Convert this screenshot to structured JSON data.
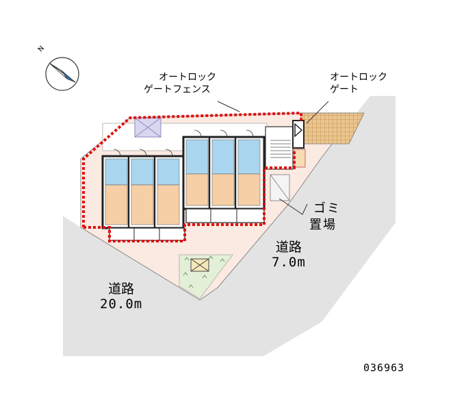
{
  "compass": {
    "north_label": "N",
    "icon": "north-arrow-compass-icon"
  },
  "callouts": {
    "fence_line1": "オートロック",
    "fence_line2": "ゲートフェンス",
    "gate_line1": "オートロック",
    "gate_line2": "ゲート"
  },
  "garbage": {
    "line1": "ゴミ",
    "line2": "置場"
  },
  "roads": [
    {
      "name": "道路",
      "width": "7.0m"
    },
    {
      "name": "道路",
      "width": "20.0m"
    }
  ],
  "property_code": "036963",
  "colors": {
    "road": "#e3e3e3",
    "site": "#fbeae2",
    "fence": "#e01010",
    "floor_wood": "#f6cfa6",
    "water_area": "#a9d6ee",
    "parking_tile": "#e6c28a",
    "wall": "#222222"
  }
}
